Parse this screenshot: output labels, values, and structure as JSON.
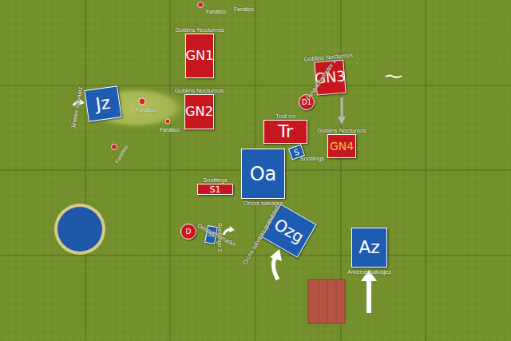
{
  "diagram": {
    "nodes": [
      {
        "text": [
          "GN1",
          "Goblins Nocturnos"
        ]
      },
      {
        "text": [
          "GN2",
          "Goblins Nocturnos"
        ]
      },
      {
        "text": [
          "GN3",
          "Goblins Nocturnos"
        ]
      },
      {
        "text": [
          "Tr",
          "Troll río"
        ]
      },
      {
        "text": [
          "GN4",
          "Goblins Nocturnos"
        ]
      },
      {
        "text": [
          "Jz",
          "Jinetes salvajez"
        ]
      },
      {
        "text": [
          "Oa",
          "Orcos salvajez"
        ]
      },
      {
        "text": [
          "S1",
          "Snotlings"
        ]
      },
      {
        "text": [
          "S",
          "Snotlings"
        ]
      },
      {
        "text": [
          "S2",
          "Snotlings 2"
        ]
      },
      {
        "text": [
          "Ozg",
          "Orcos salvajez grandotez"
        ]
      },
      {
        "text": [
          "Az",
          "Arkeros salvajez"
        ]
      },
      {
        "text": [
          "D1",
          "Despachurrador 1"
        ]
      },
      {
        "text": [
          "D",
          "Despachurrador"
        ]
      }
    ],
    "edges": [],
    "labels": [
      "Fanático",
      "Fanático",
      "Fanático",
      "Fanático",
      "Fanático"
    ]
  }
}
